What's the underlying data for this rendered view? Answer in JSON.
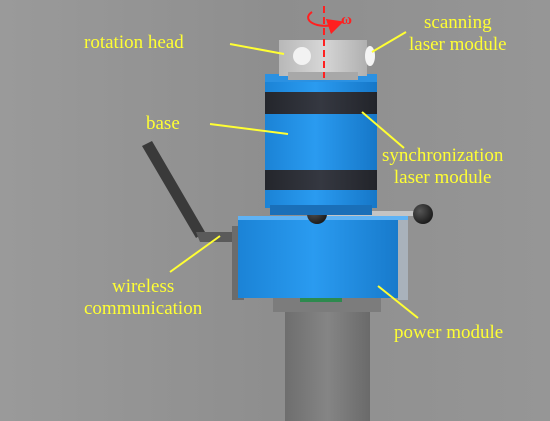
{
  "labels": {
    "rotation_head": "rotation head",
    "scanning_laser_module": "scanning\nlaser module",
    "base": "base",
    "synchronization_laser_module": "synchronization\nlaser module",
    "wireless_communication": "wireless\ncommunication",
    "power_module": "power module",
    "omega": "ω"
  },
  "colors": {
    "background": "#8f8f8f",
    "label_text": "#ffff33",
    "leader_line": "#ffff33",
    "rotation_axis": "#ff2020",
    "module_blue": "#1e90e6",
    "band_dark": "#2b2e36",
    "head_gray": "#c9c9c9",
    "pillar_gray": "#7a7a7a"
  }
}
